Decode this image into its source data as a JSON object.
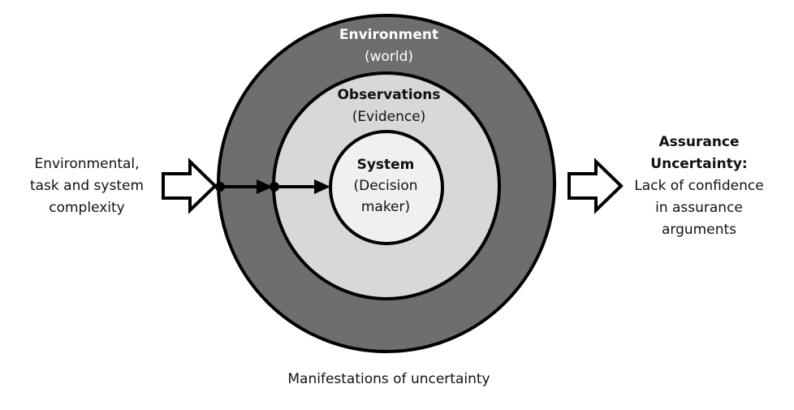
{
  "environment": {
    "title": "Environment",
    "subtitle": "(world)"
  },
  "observations": {
    "title": "Observations",
    "subtitle": "(Evidence)"
  },
  "system": {
    "title": "System",
    "line2": "(Decision",
    "line3": "maker)"
  },
  "input": {
    "line1": "Environmental,",
    "line2": "task and system",
    "line3": "complexity"
  },
  "output": {
    "title_line1": "Assurance",
    "title_line2": "Uncertainty:",
    "line1": "Lack of confidence",
    "line2": "in assurance",
    "line3": "arguments"
  },
  "caption": "Manifestations of uncertainty"
}
